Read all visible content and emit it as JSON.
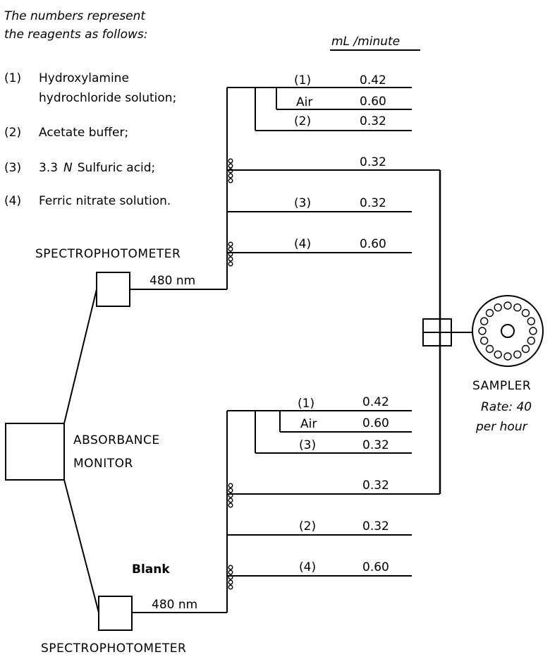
{
  "legend": {
    "intro_line1": "The numbers represent",
    "intro_line2": "the reagents as follows:",
    "items": [
      {
        "num": "(1)",
        "line1": "Hydroxylamine",
        "line2": "hydrochloride solution;"
      },
      {
        "num": "(2)",
        "line1": "Acetate buffer;"
      },
      {
        "num": "(3)",
        "line1": "3.3",
        "italic": "N",
        "rest": "Sulfuric acid;"
      },
      {
        "num": "(4)",
        "line1": "Ferric nitrate solution."
      }
    ]
  },
  "units_header": "mL /minute",
  "top_manifold": {
    "lines": [
      {
        "label": "(1)",
        "rate": "0.42"
      },
      {
        "label": "Air",
        "rate": "0.60"
      },
      {
        "label": "(2)",
        "rate": "0.32"
      },
      {
        "label": "",
        "rate": "0.32"
      },
      {
        "label": "(3)",
        "rate": "0.32"
      },
      {
        "label": "(4)",
        "rate": "0.60"
      }
    ]
  },
  "bottom_manifold": {
    "lines": [
      {
        "label": "(1)",
        "rate": "0.42"
      },
      {
        "label": "Air",
        "rate": "0.60"
      },
      {
        "label": "(3)",
        "rate": "0.32"
      },
      {
        "label": "",
        "rate": "0.32"
      },
      {
        "label": "(2)",
        "rate": "0.32"
      },
      {
        "label": "(4)",
        "rate": "0.60"
      }
    ]
  },
  "spectro_top": {
    "label": "SPECTROPHOTOMETER",
    "wavelength": "480 nm"
  },
  "spectro_bottom": {
    "label": "SPECTROPHOTOMETER",
    "wavelength": "480 nm",
    "note": "Blank"
  },
  "monitor": {
    "line1": "ABSORBANCE",
    "line2": "MONITOR"
  },
  "sampler": {
    "label": "SAMPLER",
    "rate_line1": "Rate: 40",
    "rate_line2": "per hour"
  }
}
